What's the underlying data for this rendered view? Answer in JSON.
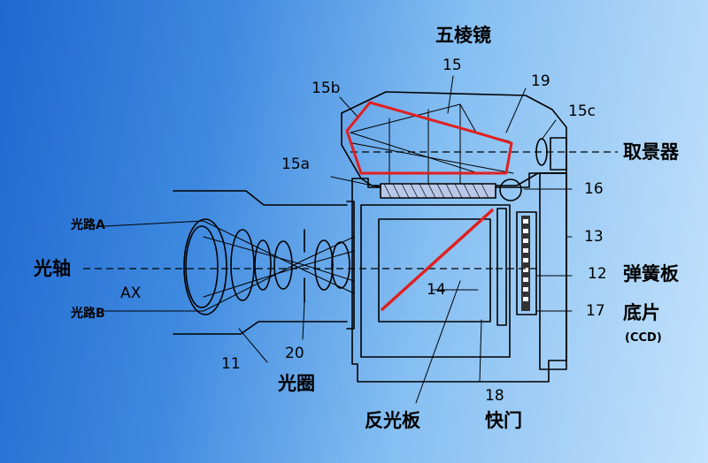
{
  "labels": {
    "prism_title": "五棱镜",
    "viewfinder": "取景器",
    "optical_axis": "光轴",
    "light_path_a": "光路A",
    "light_path_b": "光路B",
    "axis_code": "AX",
    "spring_plate": "弹簧板",
    "film": "底片",
    "ccd": "(CCD)",
    "aperture": "光圈",
    "mirror": "反光板",
    "shutter": "快门"
  },
  "parts": {
    "p15": "15",
    "p15b": "15b",
    "p19": "19",
    "p15c": "15c",
    "p15a": "15a",
    "p16": "16",
    "p13": "13",
    "p12": "12",
    "p14": "14",
    "p17": "17",
    "p11": "11",
    "p20": "20",
    "p18": "18"
  },
  "colors": {
    "line": "#000000",
    "highlight": "#e02020"
  }
}
